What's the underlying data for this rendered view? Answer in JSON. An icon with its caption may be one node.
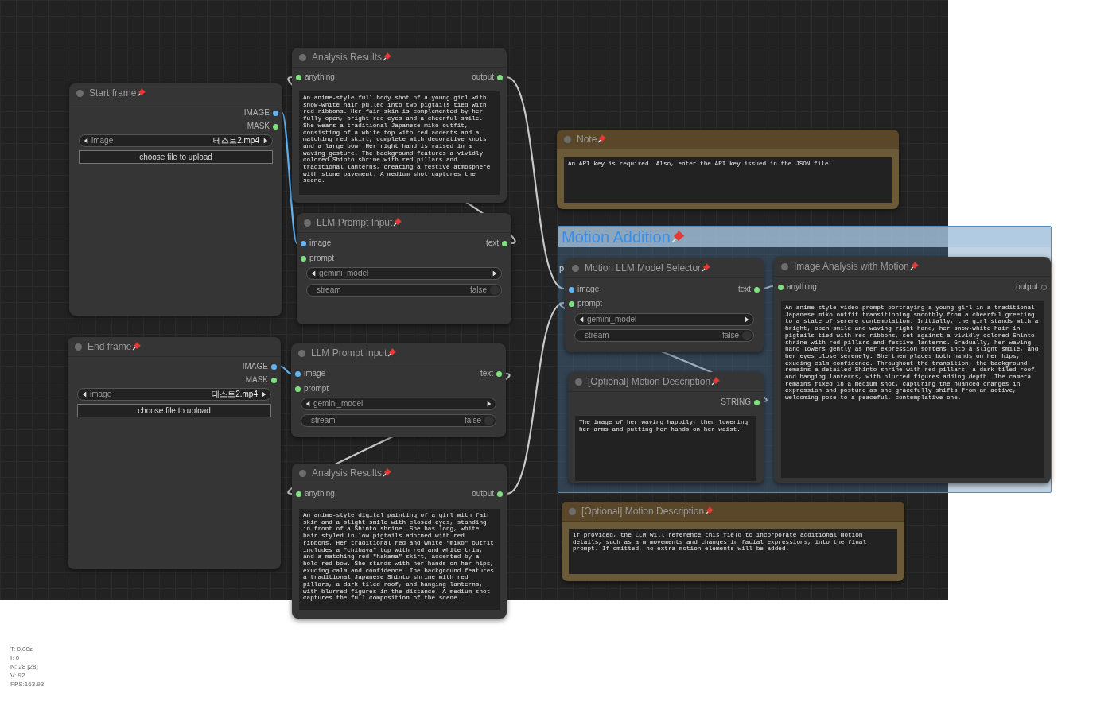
{
  "diagram": {
    "nodes": [
      {
        "text": [
          "Start frame",
          "IMAGE",
          "MASK",
          "image",
          "테스트2.mp4",
          "choose file to upload"
        ]
      },
      {
        "text": [
          "End frame",
          "IMAGE",
          "MASK",
          "image",
          "테스트2.mp4",
          "choose file to upload"
        ]
      },
      {
        "text": [
          "Analysis Results",
          "anything",
          "output",
          "An anime-style full body shot of a young girl with snow-white hair pulled into two pigtails tied with red ribbons. Her fair skin is complemented by her fully open, bright red eyes and a cheerful smile. She wears a traditional Japanese miko outfit, consisting of a white top with red accents and a matching red skirt, complete with decorative knots and a large bow. Her right hand is raised in a waving gesture. The background features a vividly colored Shinto shrine with red pillars and traditional lanterns, creating a festive atmosphere with stone pavement. A medium shot captures the scene."
        ]
      },
      {
        "text": [
          "LLM Prompt Input",
          "image",
          "text",
          "prompt",
          "gemini_model",
          "stream",
          "false"
        ]
      },
      {
        "text": [
          "LLM Prompt Input",
          "image",
          "text",
          "prompt",
          "gemini_model",
          "stream",
          "false"
        ]
      },
      {
        "text": [
          "Analysis Results",
          "anything",
          "output",
          "An anime-style digital painting of a girl with fair skin and a slight smile with closed eyes, standing in front of a Shinto shrine. She has long, white hair styled in low pigtails adorned with red ribbons. Her traditional red and white \"miko\" outfit includes a \"chihaya\" top with red and white trim, and a matching red \"hakama\" skirt, accented by a bold red bow. She stands with her hands on her hips, exuding calm and confidence. The background features a traditional Japanese Shinto shrine with red pillars, a dark tiled roof, and hanging lanterns, with blurred figures in the distance. A medium shot captures the full composition of the scene."
        ]
      },
      {
        "text": [
          "Note",
          "An API key is required. Also, enter the API key issued in the JSON file."
        ]
      },
      {
        "text": [
          "Motion Addition"
        ]
      },
      {
        "text": [
          "Motion LLM Model Selector",
          "image",
          "text",
          "prompt",
          "gemini_model",
          "stream",
          "false"
        ],
        "beside": [
          "p"
        ],
        "in": 7
      },
      {
        "text": [
          "Image Analysis with Motion",
          "anything",
          "output",
          "An anime-style video prompt portraying a young girl in a traditional Japanese miko outfit transitioning smoothly from a cheerful greeting to a state of serene contemplation. Initially, the girl stands with a bright, open smile and waving right hand, her snow-white hair in pigtails tied with red ribbons, set against a vividly colored Shinto shrine with red pillars and festive lanterns. Gradually, her waving hand lowers gently as her expression softens into a slight smile, and her eyes close serenely. She then places both hands on her hips, exuding calm confidence. Throughout the transition, the background remains a detailed Shinto shrine with red pillars, a dark tiled roof, and hanging lanterns, with blurred figures adding depth. The camera remains fixed in a medium shot, capturing the nuanced changes in expression and posture as she gracefully shifts from an active, welcoming pose to a peaceful, contemplative one."
        ],
        "in": 7
      },
      {
        "text": [
          "[Optional] Motion Description",
          "STRING",
          "The image of her waving happily, then lowering her arms and putting her hands on her waist."
        ],
        "in": 7
      },
      {
        "text": [
          "[Optional] Motion Description",
          "If provided, the LLM will reference this field to incorporate additional motion details, such as arm movements and changes in facial expressions, into the final prompt. If omitted, no extra motion elements will be added."
        ]
      }
    ],
    "edges": [
      {
        "from": 0,
        "to": 3,
        "arrow": "none",
        "color": "#64b5f6"
      },
      {
        "from": 1,
        "to": 4,
        "arrow": "none",
        "color": "#64b5f6"
      },
      {
        "from": 3,
        "to": 2,
        "arrow": "none"
      },
      {
        "from": 4,
        "to": 5,
        "arrow": "none"
      },
      {
        "from": 2,
        "to": 8,
        "arrow": "none"
      },
      {
        "from": 5,
        "to": 8,
        "arrow": "none"
      },
      {
        "from": 8,
        "to": 9,
        "arrow": "none"
      },
      {
        "from": 10,
        "to": 8,
        "arrow": "none"
      }
    ],
    "labels": [
      "T: 0.00s",
      "I: 0",
      "N: 28 [28]",
      "V: 92",
      "FPS:163.93"
    ]
  }
}
